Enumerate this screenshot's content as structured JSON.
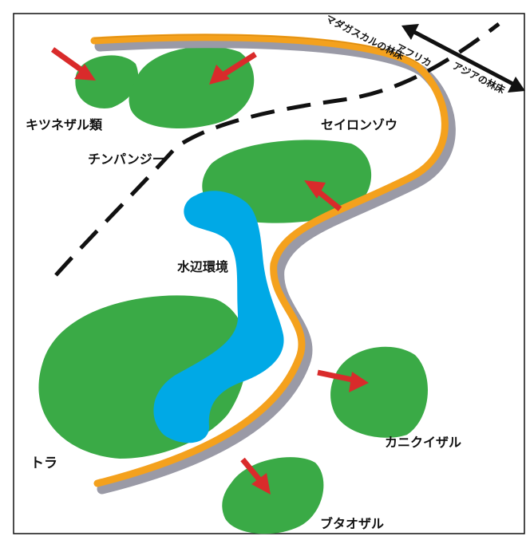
{
  "labels": {
    "lemurs": "キツネザル類",
    "chimpanzee": "チンパンジー",
    "elephant": "セイロンゾウ",
    "waterside": "水辺環境",
    "tiger": "トラ",
    "crab_macaque": "カニクイザル",
    "pig_tailed_macaque": "ブタオザル",
    "africa": "アフリカ",
    "madagascar_forest": "マダガスカルの林床",
    "asia_forest": "アジアの林床"
  },
  "colors": {
    "habitat": "#3aaa46",
    "water": "#00a9e6",
    "arrow_red": "#d92b2b",
    "path_orange": "#f4a11d",
    "path_gray": "#9a9aa6",
    "boundary": "#111111"
  }
}
